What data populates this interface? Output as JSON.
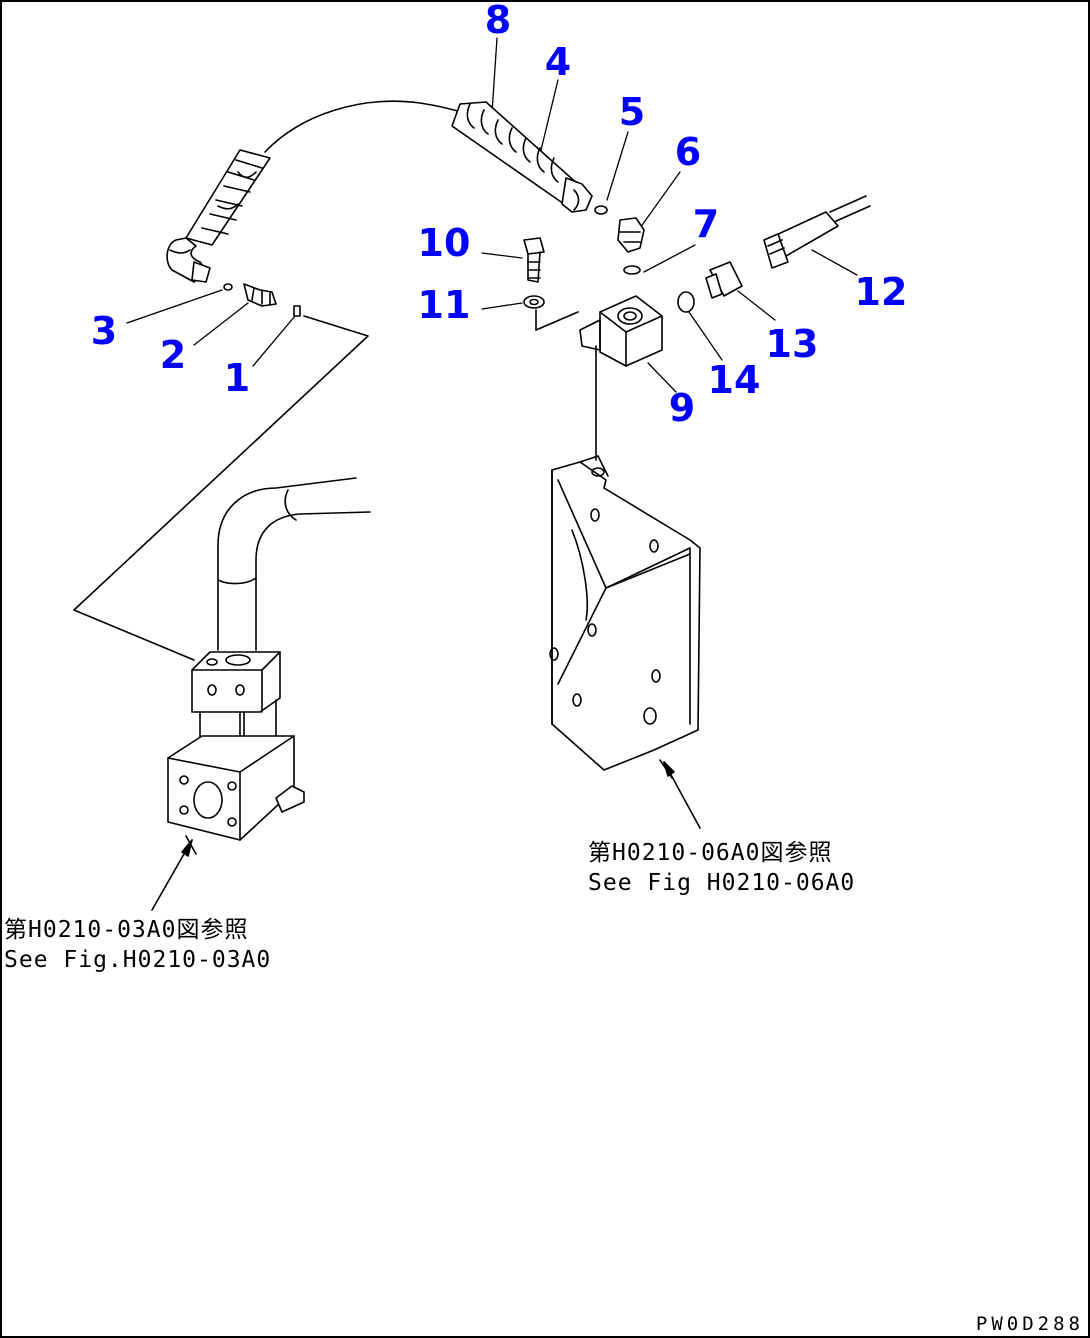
{
  "callouts": [
    {
      "id": "1",
      "label": "1"
    },
    {
      "id": "2",
      "label": "2"
    },
    {
      "id": "3",
      "label": "3"
    },
    {
      "id": "4",
      "label": "4"
    },
    {
      "id": "5",
      "label": "5"
    },
    {
      "id": "6",
      "label": "6"
    },
    {
      "id": "7",
      "label": "7"
    },
    {
      "id": "8",
      "label": "8"
    },
    {
      "id": "9",
      "label": "9"
    },
    {
      "id": "10",
      "label": "10"
    },
    {
      "id": "11",
      "label": "11"
    },
    {
      "id": "12",
      "label": "12"
    },
    {
      "id": "13",
      "label": "13"
    },
    {
      "id": "14",
      "label": "14"
    }
  ],
  "references": {
    "right": {
      "jp": "第H0210-06A0図参照",
      "en": "See Fig H0210-06A0"
    },
    "left": {
      "jp": "第H0210-03A0図参照",
      "en": "See Fig.H0210-03A0"
    }
  },
  "drawing_code": "PW0D288",
  "colors": {
    "callout": "#0000ff",
    "line": "#000000"
  }
}
